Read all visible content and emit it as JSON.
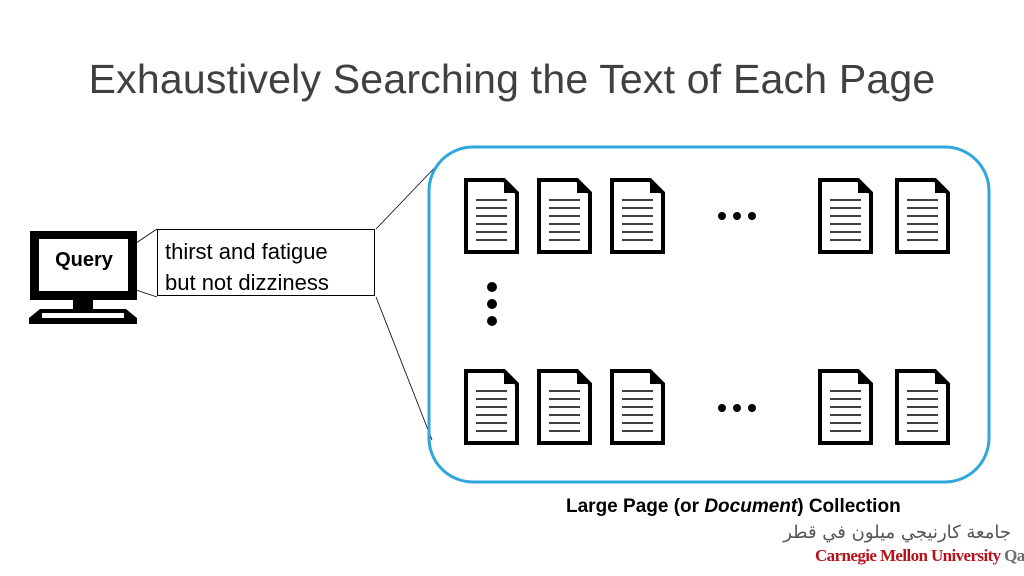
{
  "slide": {
    "title": "Exhaustively Searching the Text of Each Page"
  },
  "query": {
    "label": "Query",
    "text_line1": "thirst and fatigue",
    "text_line2": "but not dizziness"
  },
  "collection": {
    "caption_prefix": "Large Page (or ",
    "caption_emphasis": "Document",
    "caption_suffix": ") Collection",
    "border_color": "#2fa6dc",
    "rows": 2,
    "documents_per_row": 5,
    "horizontal_ellipsis": "...",
    "vertical_ellipsis": "vertical-ellipsis"
  },
  "logo": {
    "arabic": "جامعة كارنيجي ميلون في قطر",
    "name_primary": "Carnegie Mellon University",
    "name_secondary": " Qatar",
    "primary_color": "#b5121b",
    "secondary_color": "#6d6e71"
  },
  "icons": {
    "computer": "computer-monitor-icon",
    "document": "document-page-icon"
  }
}
